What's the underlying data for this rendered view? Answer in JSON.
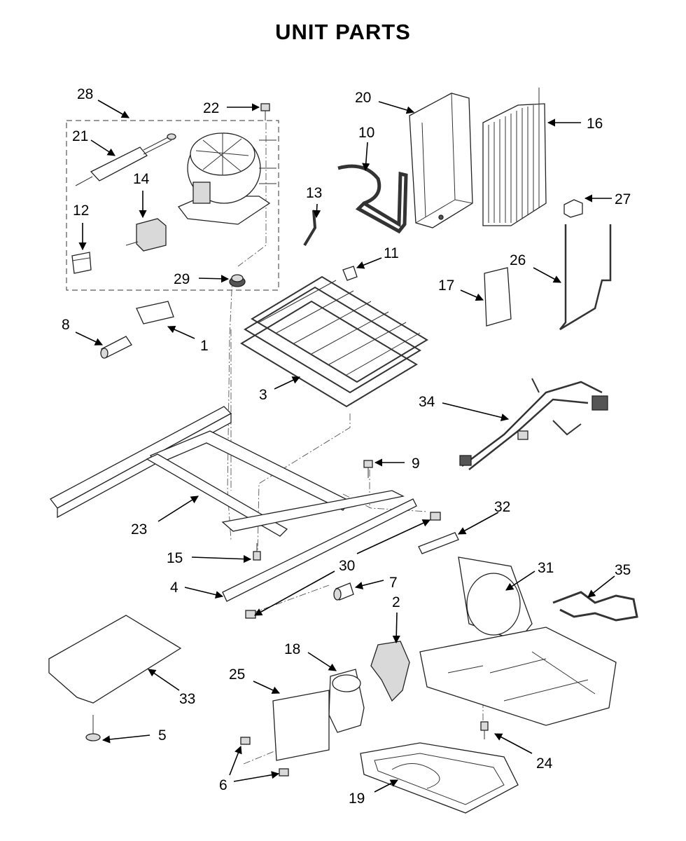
{
  "title": "UNIT PARTS",
  "callouts": [
    "1",
    "2",
    "3",
    "4",
    "5",
    "6",
    "7",
    "8",
    "9",
    "10",
    "11",
    "12",
    "13",
    "14",
    "15",
    "16",
    "17",
    "18",
    "19",
    "20",
    "21",
    "22",
    "23",
    "24",
    "25",
    "26",
    "27",
    "28",
    "29",
    "30",
    "31",
    "32",
    "33",
    "34",
    "35"
  ]
}
